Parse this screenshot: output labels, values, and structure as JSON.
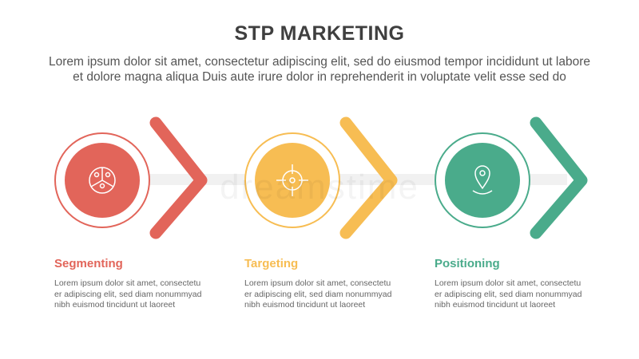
{
  "header": {
    "title": "STP MARKETING",
    "subtitle": "Lorem ipsum dolor sit amet, consectetur adipiscing elit, sed do eiusmod tempor incididunt ut labore\net dolore magna aliqua Duis aute irure dolor in reprehenderit in voluptate velit esse sed do"
  },
  "steps": [
    {
      "label": "Segmenting",
      "color": "#e2655a",
      "icon": "segment-people-pie-icon",
      "text": "Lorem ipsum dolor sit amet, consectetu\ner adipiscing elit, sed diam nonummyad\nnibh euismod tincidunt ut laoreet"
    },
    {
      "label": "Targeting",
      "color": "#f7bd53",
      "icon": "crosshair-target-icon",
      "text": "Lorem ipsum dolor sit amet, consectetu\ner adipiscing elit, sed diam nonummyad\nnibh euismod tincidunt ut laoreet"
    },
    {
      "label": "Positioning",
      "color": "#4aab8b",
      "icon": "location-pin-icon",
      "text": "Lorem ipsum dolor sit amet, consectetu\ner adipiscing elit, sed diam nonummyad\nnibh euismod tincidunt ut laoreet"
    }
  ]
}
